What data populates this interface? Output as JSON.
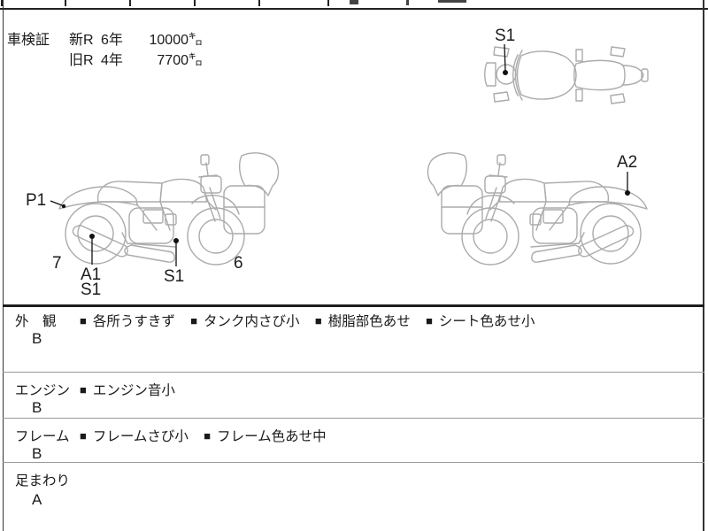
{
  "bullet": "■",
  "vehicle_inspection": {
    "label": "車検証",
    "rows": [
      {
        "reg": "新R",
        "years": "6年",
        "mileage": "10000㌔"
      },
      {
        "reg": "旧R",
        "years": "4年",
        "mileage": "7700㌔"
      }
    ]
  },
  "diagram_labels": {
    "top_view_s1": "S1",
    "left_p1": "P1",
    "left_rear_wheel": "7",
    "left_a1": "A1",
    "left_a1_s1": "S1",
    "left_s1": "S1",
    "left_front_wheel": "6",
    "right_a2": "A2"
  },
  "condition_sections": [
    {
      "name": "外　観",
      "grade": "B",
      "notes": [
        "各所うすきず",
        "タンク内さび小",
        "樹脂部色あせ",
        "シート色あせ小"
      ]
    },
    {
      "name": "エンジン",
      "grade": "B",
      "notes": [
        "エンジン音小"
      ]
    },
    {
      "name": "フレーム",
      "grade": "B",
      "notes": [
        "フレームさび小",
        "フレーム色あせ中"
      ]
    },
    {
      "name": "足まわり",
      "grade": "A",
      "notes": []
    }
  ],
  "colors": {
    "ink": "#1a1a1a",
    "line_art": "#ababab",
    "divider": "#9a9a9a"
  }
}
